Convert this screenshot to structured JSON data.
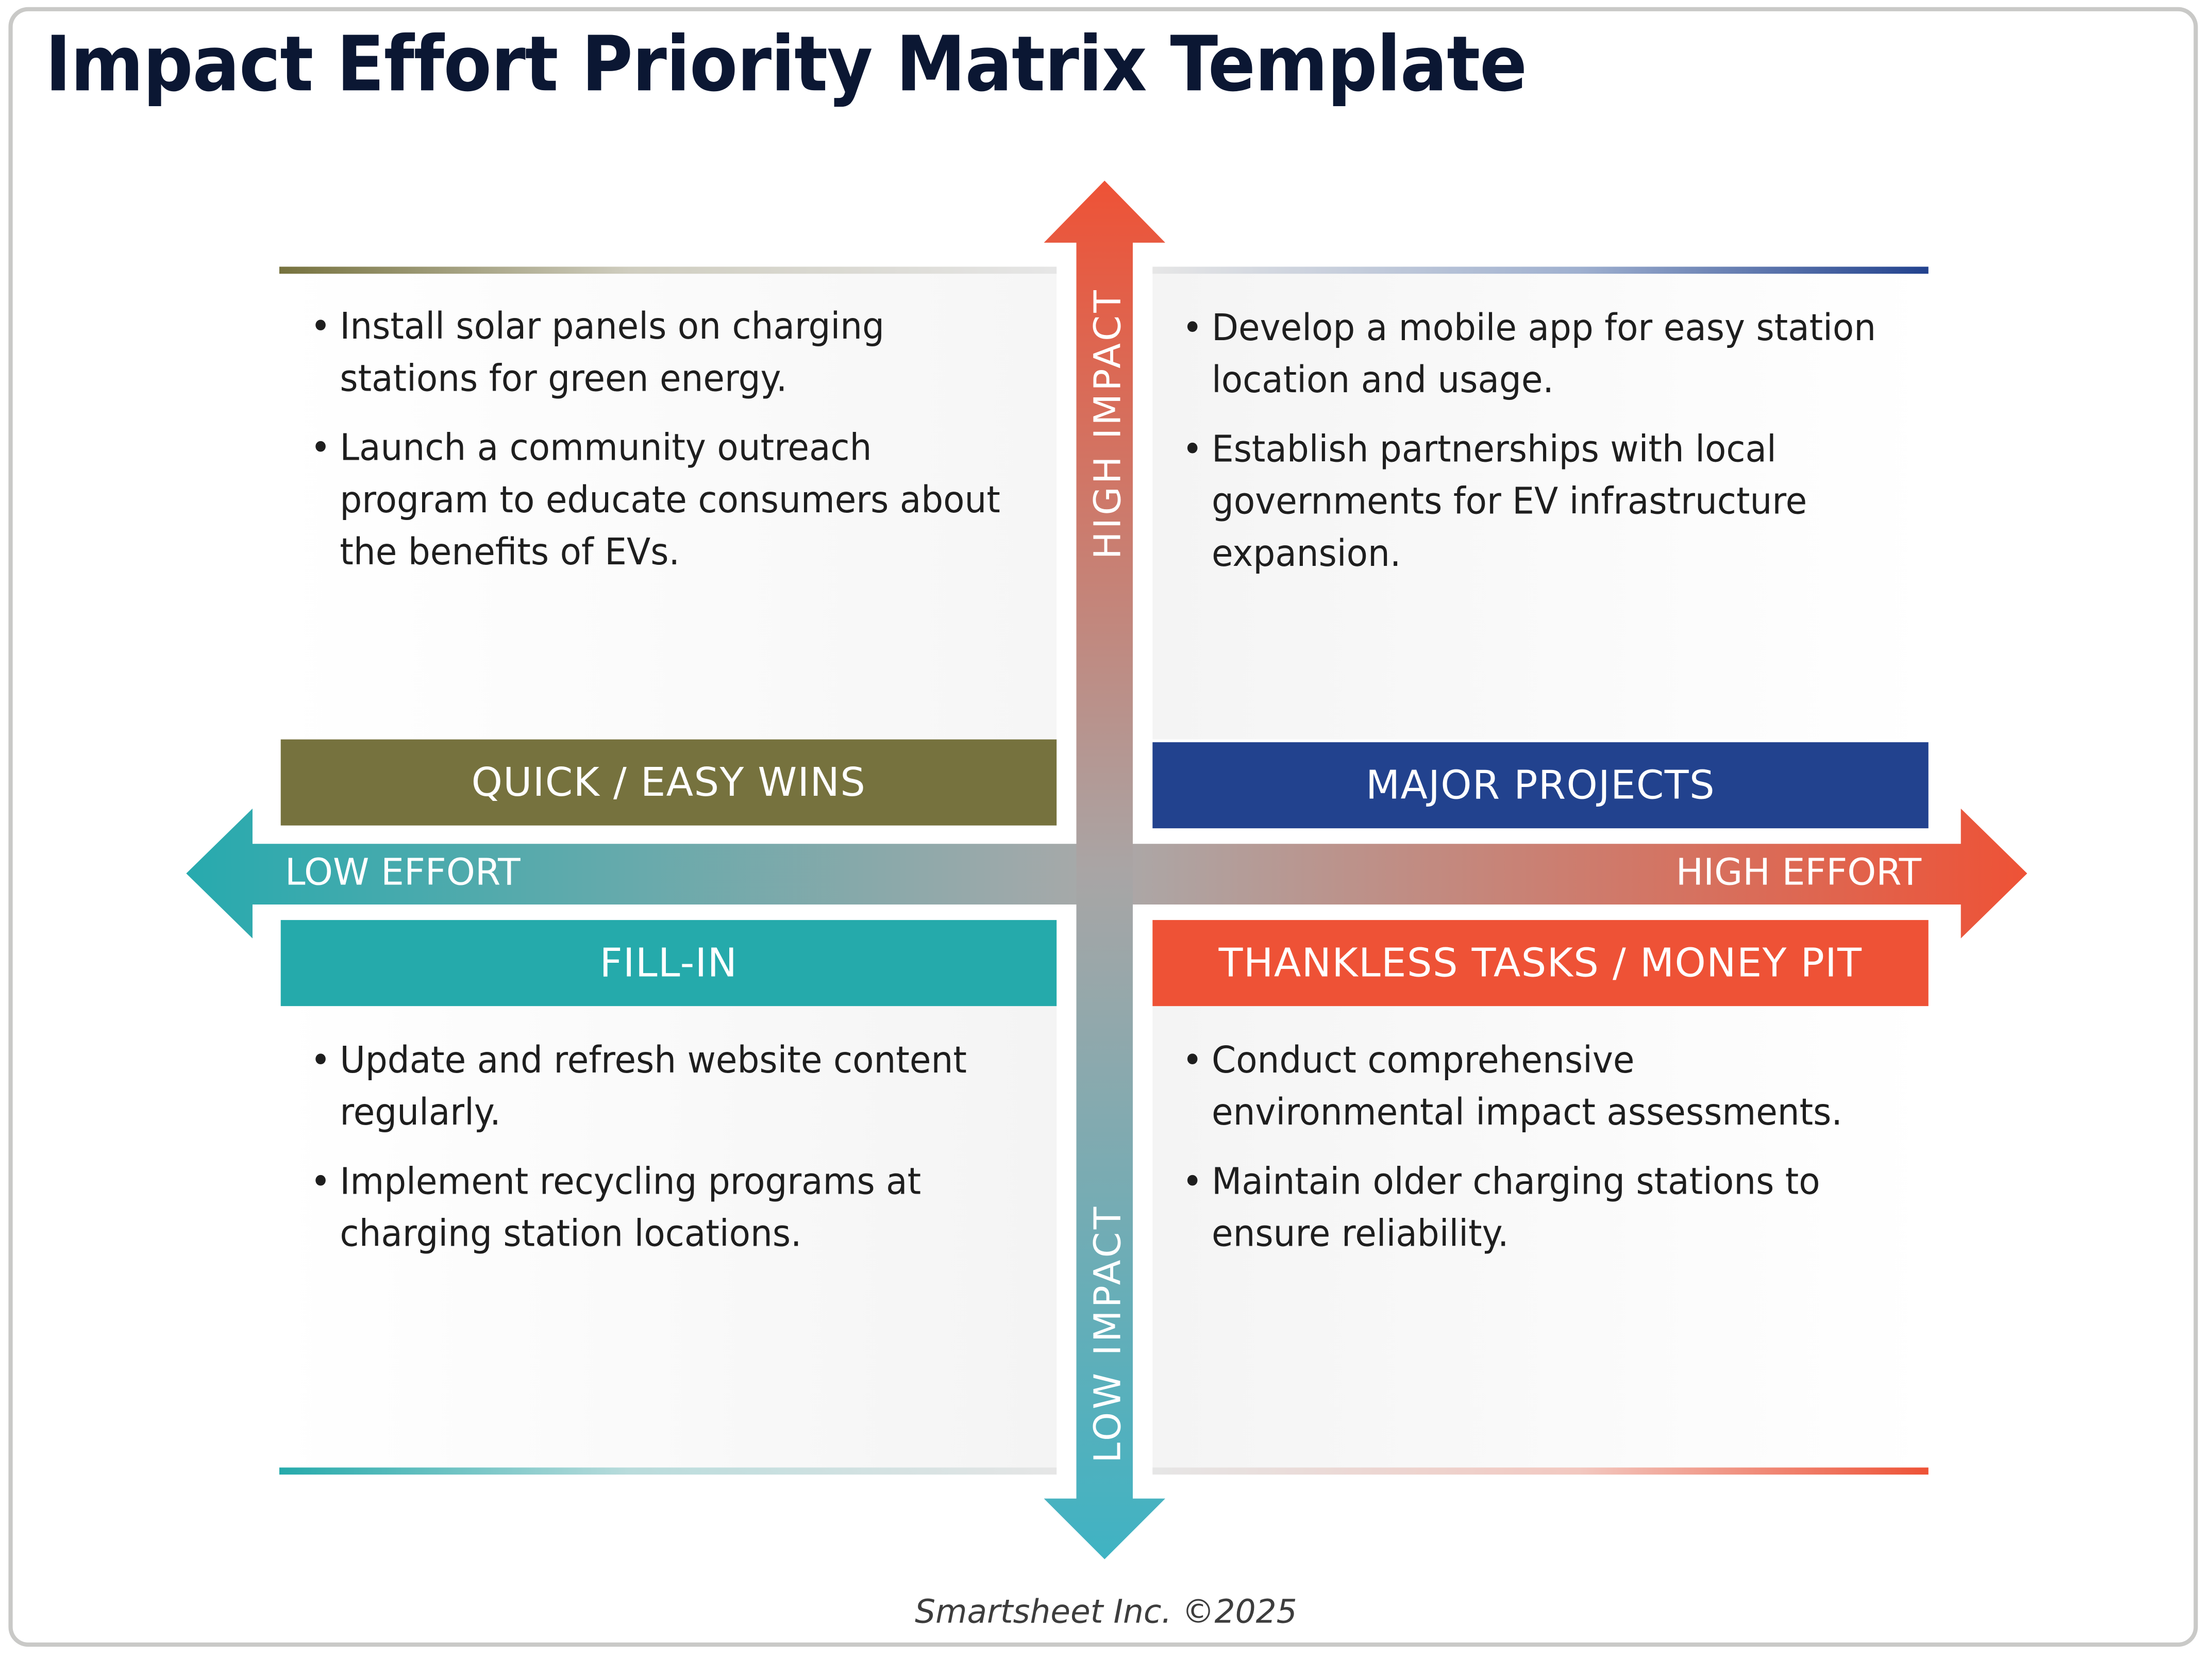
{
  "header": {
    "title": "Impact Effort Priority Matrix Template"
  },
  "axes": {
    "x_low": "LOW EFFORT",
    "x_high": "HIGH EFFORT",
    "y_high": "HIGH IMPACT",
    "y_low": "LOW IMPACT"
  },
  "quadrants": {
    "quick_wins": {
      "label": "QUICK / EASY WINS",
      "color": "#76723E",
      "items": [
        "Install solar panels on charging stations for green energy.",
        "Launch a community outreach program to educate consumers about the benefits of EVs."
      ]
    },
    "major_projects": {
      "label": "MAJOR PROJECTS",
      "color": "#22428E",
      "items": [
        "Develop a mobile app for easy station location and usage.",
        "Establish partnerships with local governments for EV infrastructure expansion."
      ]
    },
    "fill_in": {
      "label": "FILL-IN",
      "color": "#25AAAB",
      "items": [
        "Update and refresh website content regularly.",
        "Implement recycling programs at charging station locations."
      ]
    },
    "thankless_tasks": {
      "label": "THANKLESS TASKS / MONEY PIT",
      "color": "#EE5236",
      "items": [
        "Conduct comprehensive environmental impact assessments.",
        "Maintain older charging stations to ensure reliability."
      ]
    }
  },
  "colors": {
    "title": "#0B1733",
    "arrow_high": "#EE5236",
    "arrow_low": "#3FB3C3",
    "arrow_mid": "#A8A8A8"
  },
  "footer": {
    "copyright": "Smartsheet Inc. ©2025"
  }
}
